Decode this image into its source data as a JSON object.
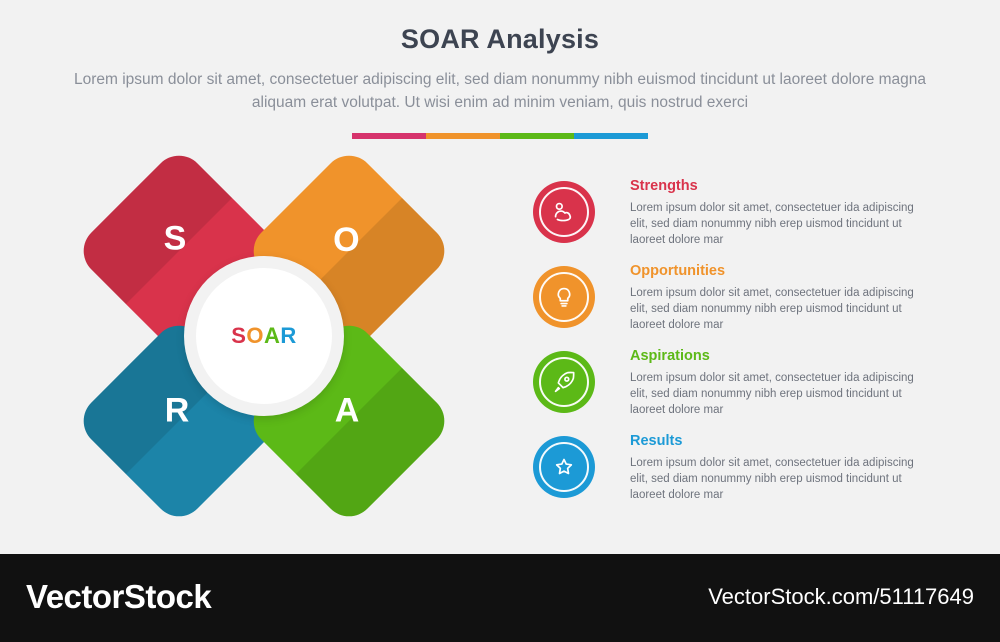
{
  "header": {
    "title": "SOAR Analysis",
    "subtitle": "Lorem ipsum dolor sit amet, consectetuer adipiscing elit, sed diam nonummy nibh euismod tincidunt ut laoreet dolore magna aliquam erat volutpat. Ut wisi enim ad minim veniam, quis nostrud exerci",
    "rule_colors": [
      "#d6336c",
      "#f0932b",
      "#5cb917",
      "#1c9ad6"
    ]
  },
  "diagram": {
    "hub_label": "SOAR",
    "hub_letter_colors": [
      "#d9334b",
      "#f0932b",
      "#5cb917",
      "#1c9ad6"
    ],
    "arms": [
      {
        "letter": "S",
        "color": "#d9334b",
        "name": "strengths-arm"
      },
      {
        "letter": "O",
        "color": "#f0932b",
        "name": "opportunities-arm"
      },
      {
        "letter": "R",
        "color": "#1c84a8",
        "name": "results-arm"
      },
      {
        "letter": "A",
        "color": "#5cb917",
        "name": "aspirations-arm"
      }
    ]
  },
  "list": {
    "items": [
      {
        "title": "Strengths",
        "color": "#d9334b",
        "icon": "strength-arm-icon",
        "description": "Lorem ipsum dolor sit amet, consectetuer ida adipiscing elit, sed diam nonummy nibh erep uismod tincidunt ut laoreet dolore mar"
      },
      {
        "title": "Opportunities",
        "color": "#f0932b",
        "icon": "lightbulb-idea-icon",
        "description": "Lorem ipsum dolor sit amet, consectetuer ida adipiscing elit, sed diam nonummy nibh erep uismod tincidunt ut laoreet dolore mar"
      },
      {
        "title": "Aspirations",
        "color": "#5cb917",
        "icon": "rocket-icon",
        "description": "Lorem ipsum dolor sit amet, consectetuer ida adipiscing elit, sed diam nonummy nibh erep uismod tincidunt ut laoreet dolore mar"
      },
      {
        "title": "Results",
        "color": "#1c9ad6",
        "icon": "star-badge-icon",
        "description": "Lorem ipsum dolor sit amet, consectetuer ida adipiscing elit, sed diam nonummy nibh erep uismod tincidunt ut laoreet dolore mar"
      }
    ]
  },
  "footer": {
    "brand": "VectorStock",
    "url": "VectorStock.com/51117649"
  }
}
